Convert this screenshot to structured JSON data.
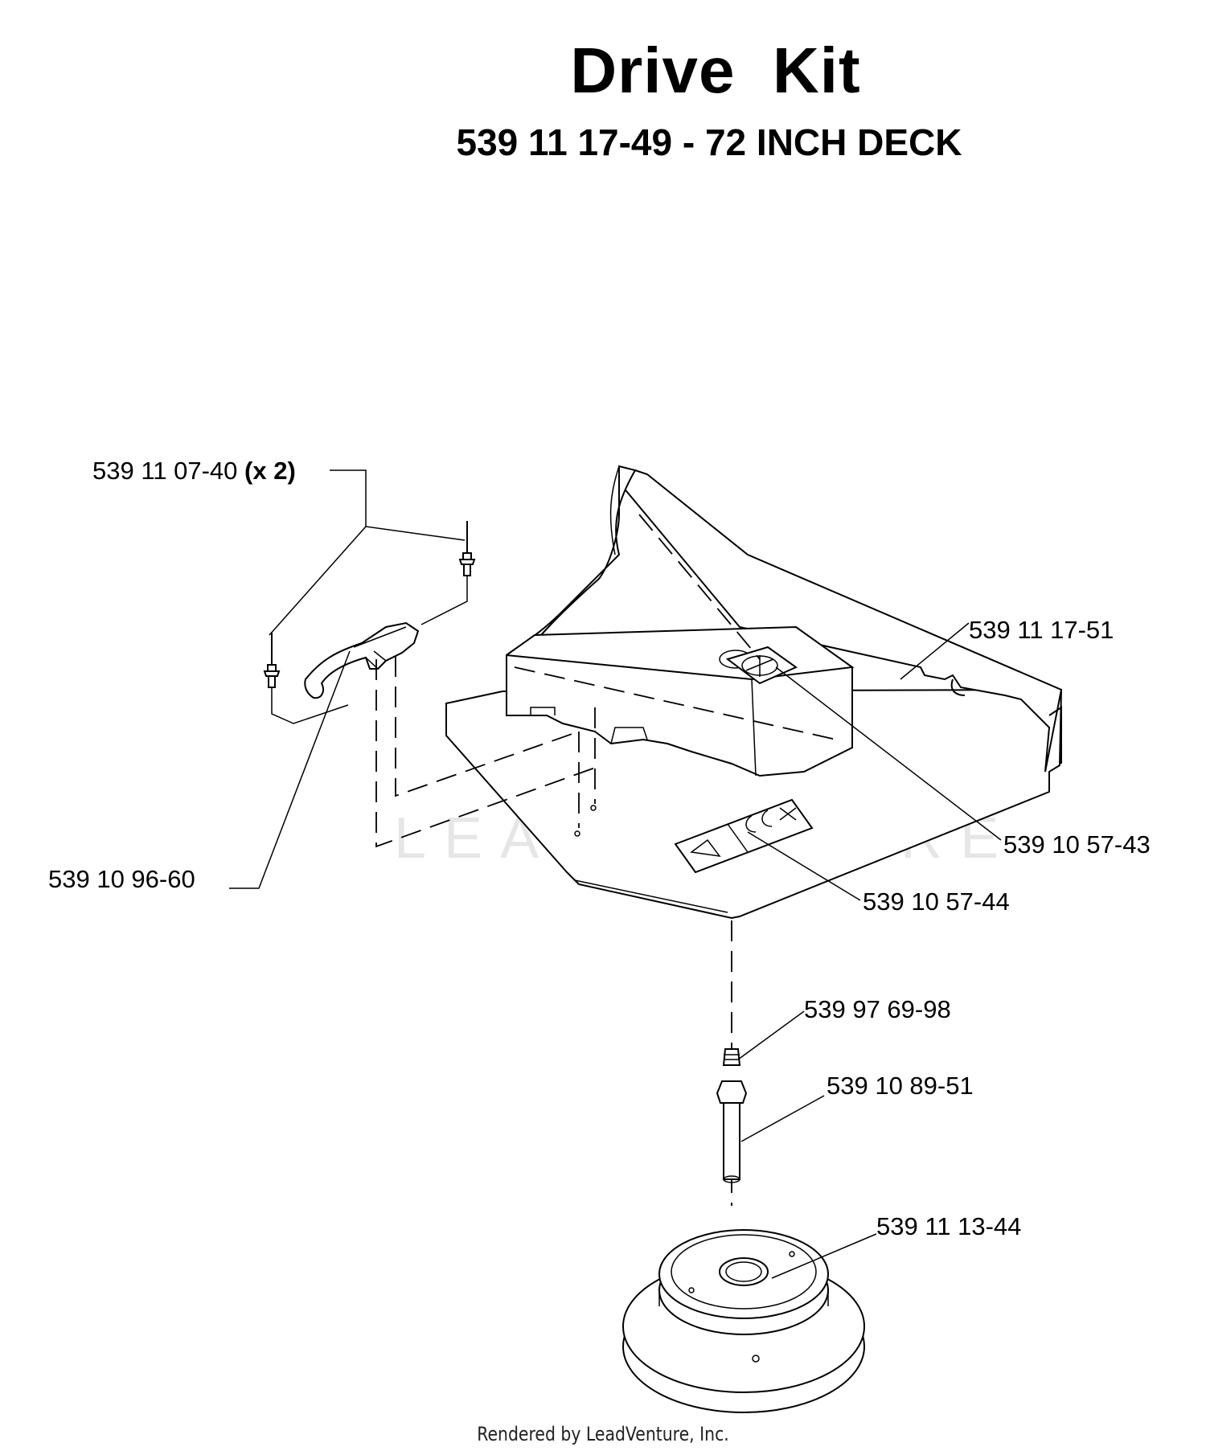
{
  "title": "Drive  Kit",
  "subtitle": "539 11 17-49 - 72 INCH DECK",
  "watermark": "LEADVENTURE",
  "footer": "Rendered by LeadVenture, Inc.",
  "callouts": {
    "rivet": {
      "part": "539 11 07-40",
      "qty": "(x 2)"
    },
    "guard": "539 11 17-51",
    "clip": "539 10 96-60",
    "decal_cover": "539 10 57-43",
    "decal_plate": "539 10 57-44",
    "fitting": "539 97 69-98",
    "spindle": "539 10 89-51",
    "pulley": "539 11 13-44"
  }
}
